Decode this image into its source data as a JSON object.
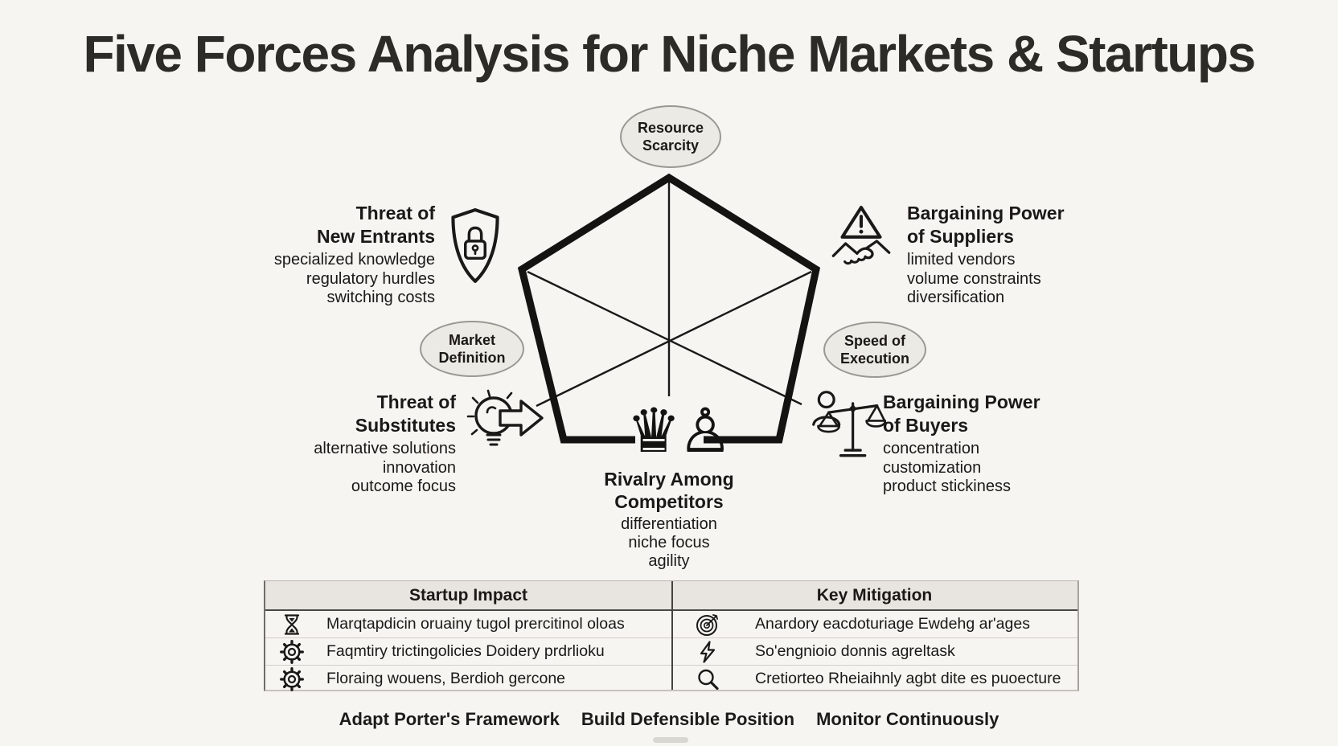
{
  "title": "Five Forces Analysis for Niche Markets & Startups",
  "ovals": {
    "top": {
      "line1": "Resource",
      "line2": "Scarcity"
    },
    "left": {
      "line1": "Market",
      "line2": "Definition"
    },
    "right": {
      "line1": "Speed of",
      "line2": "Execution"
    }
  },
  "forces": {
    "new_entrants": {
      "title1": "Threat of",
      "title2": "New Entrants",
      "items": [
        "specialized knowledge",
        "regulatory hurdles",
        "switching costs"
      ],
      "icon": "shield-lock-icon"
    },
    "suppliers": {
      "title1": "Bargaining Power",
      "title2": "of Suppliers",
      "items": [
        "limited vendors",
        "volume constraints",
        "diversification"
      ],
      "icon": "warning-handshake-icon"
    },
    "substitutes": {
      "title1": "Threat of",
      "title2": "Substitutes",
      "items": [
        "alternative solutions",
        "innovation",
        "outcome focus"
      ],
      "icon": "lightbulb-arrow-icon"
    },
    "buyers": {
      "title1": "Bargaining Power",
      "title2": "of Buyers",
      "items": [
        "concentration",
        "customization",
        "product stickiness"
      ],
      "icon": "person-scales-icon"
    },
    "rivalry": {
      "title1": "Rivalry Among",
      "title2": "Competitors",
      "items": [
        "differentiation",
        "niche focus",
        "agility"
      ],
      "icon": "chess-pieces-icon"
    }
  },
  "chess": {
    "queen_glyph": "♛",
    "pawn_glyph": "♙"
  },
  "table": {
    "columns": [
      "Startup Impact",
      "Key Mitigation"
    ],
    "rows": [
      {
        "impact_icon": "hourglass-icon",
        "impact": "Marqtapdicin oruainy tugol prercitinol oloas",
        "mitigation_icon": "target-dart-icon",
        "mitigation": "Anardory eacdoturiage Ewdehg ar'ages"
      },
      {
        "impact_icon": "gear-icon",
        "impact": "Faqmtiry trictingolicies Doidery prdrlioku",
        "mitigation_icon": "lightning-icon",
        "mitigation": "So'engnioio donnis agreltask"
      },
      {
        "impact_icon": "gear-icon",
        "impact": "Floraing wouens, Berdioh gercone",
        "mitigation_icon": "magnifier-icon",
        "mitigation": "Cretiorteo Rheiaihnly agbt dite es puoecture"
      }
    ]
  },
  "footer": {
    "items": [
      "Adapt Porter's Framework",
      "Build Defensible Position",
      "Monitor Continuously"
    ]
  },
  "colors": {
    "background": "#f7f5f1",
    "ink": "#1b1917",
    "oval_fill": "#eceae4",
    "oval_border": "#9a9893",
    "table_header_bg": "#e8e5e0"
  }
}
